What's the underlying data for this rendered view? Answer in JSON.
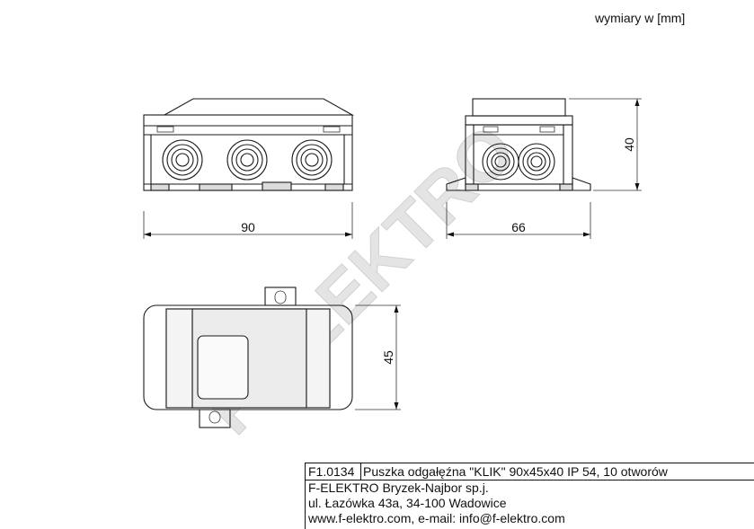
{
  "units_note": "wymiary w [mm]",
  "dimensions": {
    "front_width": "90",
    "side_width": "66",
    "height": "40",
    "top_depth": "45"
  },
  "watermark": "F-ELEKTRO",
  "title_block": {
    "code": "F1.0134",
    "description": "Puszka odgałęźna \"KLIK\" 90x45x40 IP 54, 10 otworów",
    "company": "F-ELEKTRO Bryzek-Najbor sp.j.",
    "address": "ul. Łazówka 43a,  34-100 Wadowice",
    "contact": "www.f-elektro.com, e-mail: info@f-elektro.com"
  }
}
